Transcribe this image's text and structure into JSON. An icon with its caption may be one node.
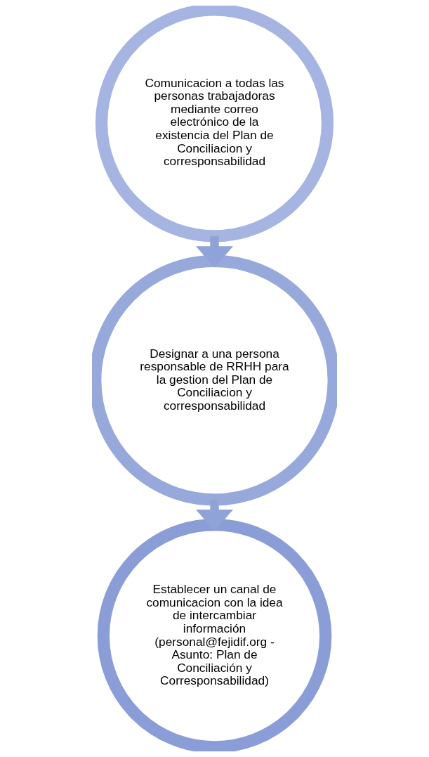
{
  "diagram": {
    "nodes": [
      {
        "text": [
          "Comunicacion a todas las personas trabajadoras mediante correo electrónico de la existencia del Plan de Conciliacion y corresponsabilidad"
        ]
      },
      {
        "text": [
          "Designar a una persona responsable de RRHH para la gestion del Plan de Conciliacion y corresponsabilidad"
        ]
      },
      {
        "text": [
          "Establecer un canal de comunicacion con la idea de intercambiar información (personal@fejidif.org - Asunto: Plan de Conciliación y Corresponsabilidad)"
        ]
      }
    ],
    "edges": [
      {
        "from": 0,
        "to": 1,
        "arrow": "to"
      },
      {
        "from": 1,
        "to": 2,
        "arrow": "to"
      }
    ]
  }
}
